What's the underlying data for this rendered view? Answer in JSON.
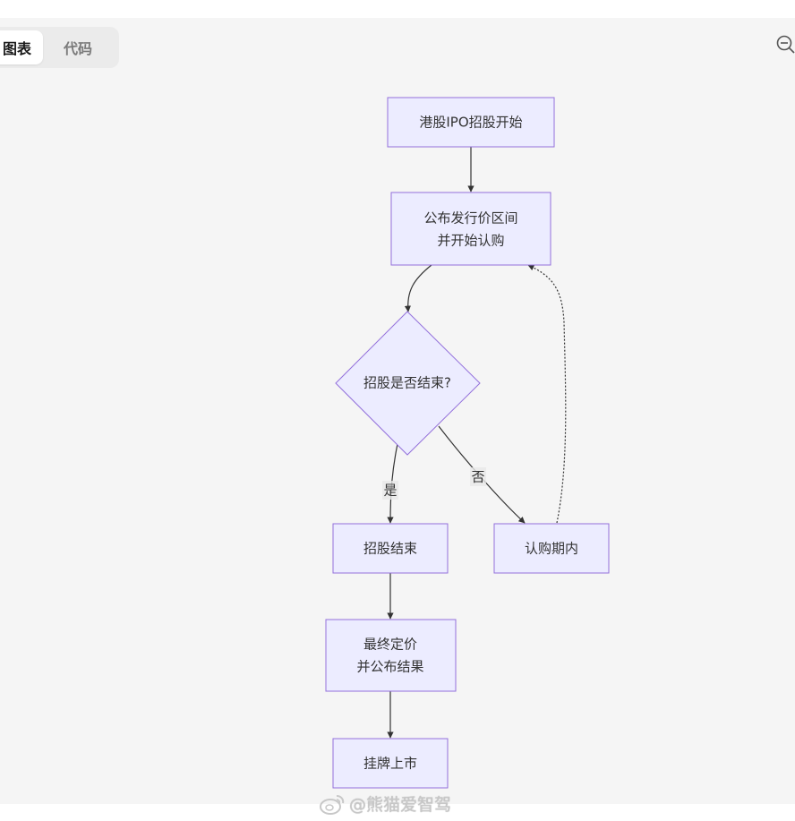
{
  "tabs": [
    {
      "label": "图表",
      "active": true
    },
    {
      "label": "代码",
      "active": false
    }
  ],
  "zoom_icon": "zoom-out-icon",
  "colors": {
    "node_fill": "#ececff",
    "node_stroke": "#9370db",
    "edge": "#333333",
    "canvas_bg": "#f5f5f5"
  },
  "flowchart": {
    "nodes": {
      "start": "港股IPO招股开始",
      "price_line1": "公布发行价区间",
      "price_line2": "并开始认购",
      "decision": "招股是否结束?",
      "ended": "招股结束",
      "period": "认购期内",
      "final_line1": "最终定价",
      "final_line2": "并公布结果",
      "listing": "挂牌上市"
    },
    "edges": {
      "yes_label": "是",
      "no_label": "否"
    }
  },
  "watermark": {
    "logo": "weibo-icon",
    "text": "@熊猫爱智驾"
  }
}
